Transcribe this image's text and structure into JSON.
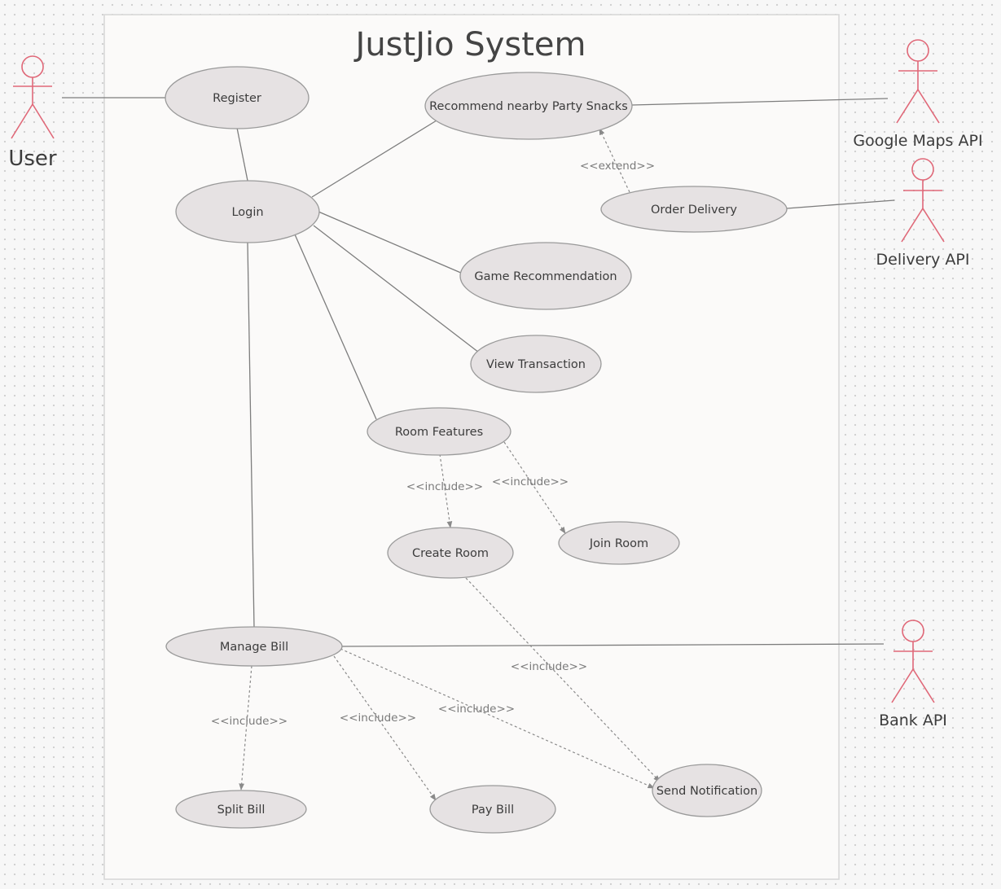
{
  "system": {
    "title": "JustJio System"
  },
  "actors": {
    "user": "User",
    "google_maps": "Google Maps API",
    "delivery": "Delivery API",
    "bank": "Bank API"
  },
  "use_cases": {
    "register": "Register",
    "login": "Login",
    "recommend_snacks": "Recommend nearby Party Snacks",
    "order_delivery": "Order Delivery",
    "game_recommendation": "Game Recommendation",
    "view_transaction": "View Transaction",
    "room_features": "Room Features",
    "create_room": "Create Room",
    "join_room": "Join Room",
    "manage_bill": "Manage Bill",
    "split_bill": "Split Bill",
    "pay_bill": "Pay Bill",
    "send_notification": "Send Notification"
  },
  "relations": {
    "extend_label": "<<extend>>",
    "include_label": "<<include>>"
  },
  "colors": {
    "actor_stroke": "#e06878",
    "use_case_fill": "#e6e2e3",
    "system_fill": "#fbfaf9"
  }
}
